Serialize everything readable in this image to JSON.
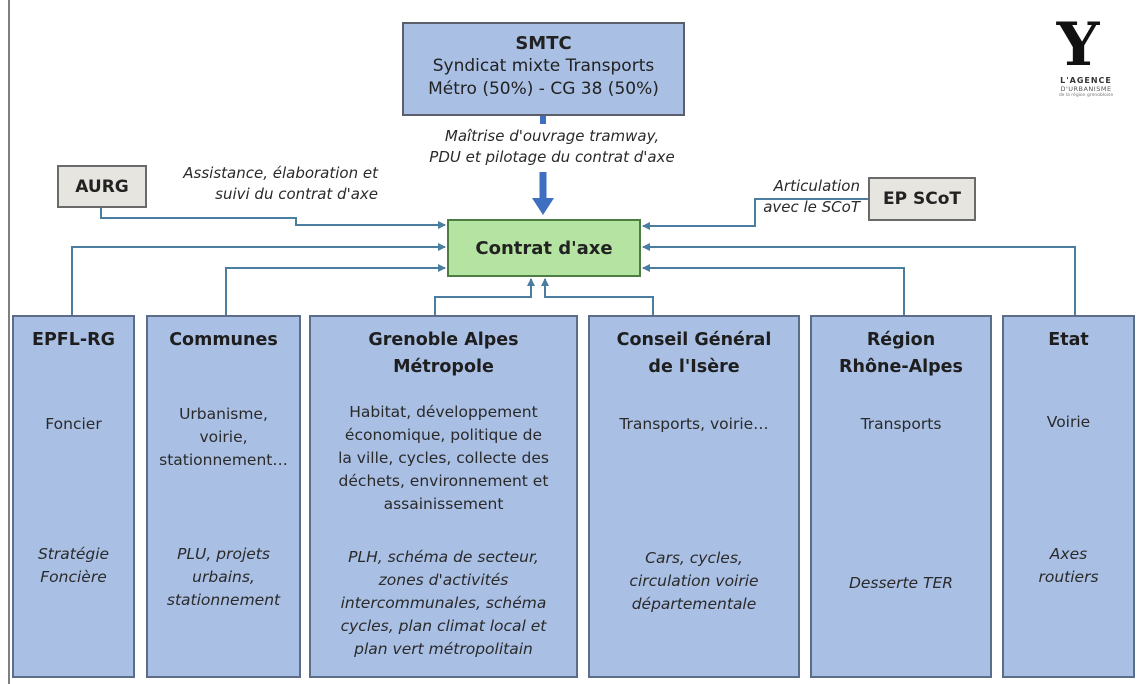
{
  "logo": {
    "letter": "Y",
    "line1": "L'AGENCE",
    "line2": "D'URBANISME",
    "line3": "de la région grenobloise"
  },
  "smtc": {
    "title": "SMTC",
    "line1": "Syndicat mixte Transports",
    "line2": "Métro (50%) - CG 38 (50%)"
  },
  "maitrise": {
    "line1": "Maîtrise d'ouvrage tramway,",
    "line2": "PDU et pilotage du contrat d'axe"
  },
  "aurg": {
    "label": "AURG",
    "note1": "Assistance, élaboration et",
    "note2": "suivi du contrat d'axe"
  },
  "scot": {
    "label": "EP SCoT",
    "note1": "Articulation",
    "note2": "avec le SCoT"
  },
  "contrat": {
    "label": "Contrat d'axe"
  },
  "columns": [
    {
      "title1": "EPFL-RG",
      "title2": "",
      "role": [
        "Foncier"
      ],
      "tool": [
        "Stratégie",
        "Foncière"
      ]
    },
    {
      "title1": "Communes",
      "title2": "",
      "role": [
        "Urbanisme,",
        "voirie,",
        "stationnement…"
      ],
      "tool": [
        "PLU, projets",
        "urbains,",
        "stationnement"
      ]
    },
    {
      "title1": "Grenoble Alpes",
      "title2": "Métropole",
      "role": [
        "Habitat, développement",
        "économique, politique de",
        "la ville, cycles, collecte des",
        "déchets, environnement et",
        "assainissement"
      ],
      "tool": [
        "PLH, schéma de secteur,",
        "zones d'activités",
        "intercommunales, schéma",
        "cycles, plan climat local et",
        "plan vert métropolitain"
      ]
    },
    {
      "title1": "Conseil Général",
      "title2": "de l'Isère",
      "role": [
        "Transports, voirie…"
      ],
      "tool": [
        "Cars,  cycles,",
        "circulation voirie",
        "départementale"
      ]
    },
    {
      "title1": "Région",
      "title2": "Rhône-Alpes",
      "role": [
        "Transports"
      ],
      "tool": [
        "Desserte TER"
      ]
    },
    {
      "title1": "Etat",
      "title2": "",
      "role": [
        "Voirie"
      ],
      "tool": [
        "Axes",
        "routiers"
      ]
    }
  ],
  "colors": {
    "blue_box": "#a9bfe4",
    "green_box": "#b5e3a1",
    "grey_box": "#e7e5df",
    "connector": "#4a7ea0",
    "big_arrow": "#3f6fc0"
  }
}
